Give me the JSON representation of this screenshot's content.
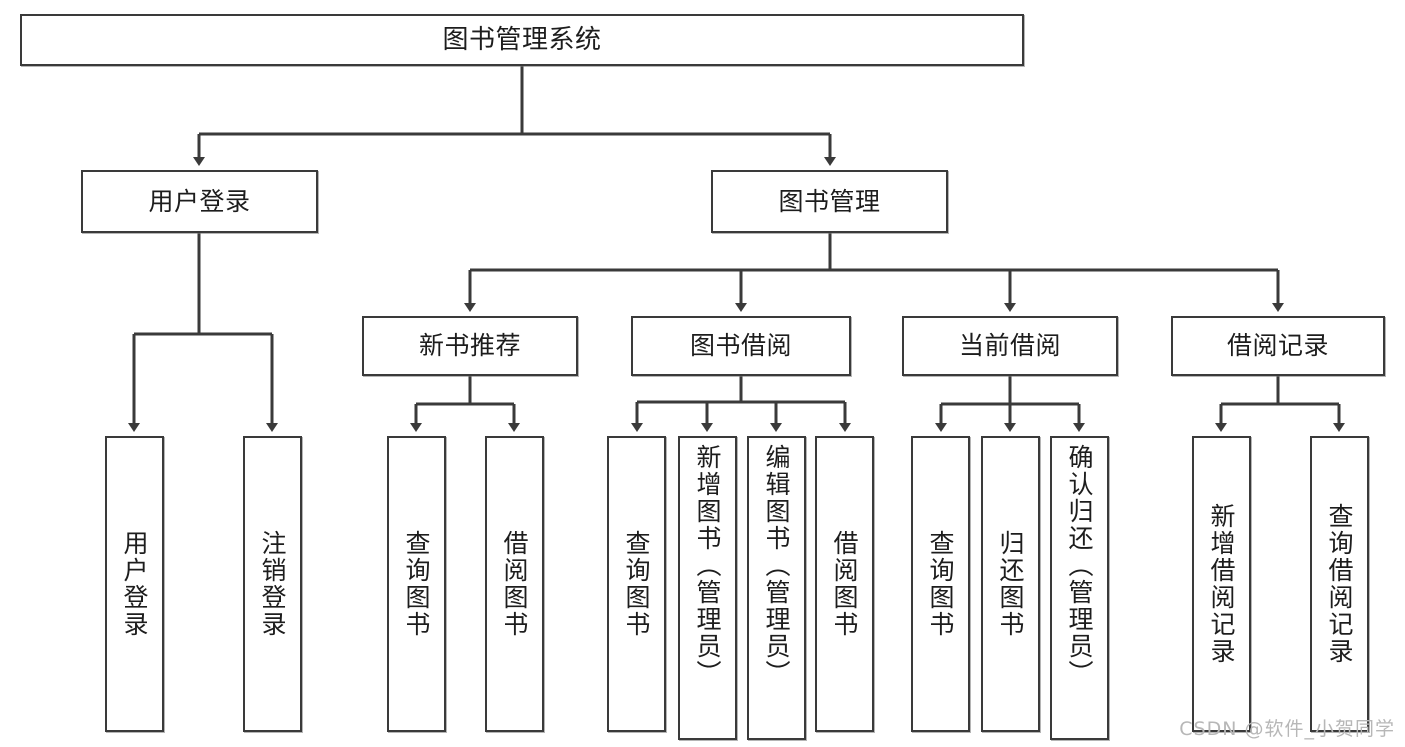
{
  "diagram": {
    "title": "图书管理系统",
    "watermark": "CSDN @软件_小贺同学",
    "stroke_color": "#3a3a3a",
    "background_color": "#ffffff",
    "text_color": "#1d1d1d",
    "watermark_color": "#b7b7b7",
    "type": "tree",
    "levels": 4,
    "nodes": {
      "root": {
        "label": "图书管理系统",
        "level": 1
      },
      "user_login": {
        "label": "用户登录",
        "level": 2
      },
      "book_manage": {
        "label": "图书管理",
        "level": 2
      },
      "new_book_rec": {
        "label": "新书推荐",
        "level": 3
      },
      "book_borrow": {
        "label": "图书借阅",
        "level": 3
      },
      "current_borrow": {
        "label": "当前借阅",
        "level": 3
      },
      "borrow_record": {
        "label": "借阅记录",
        "level": 3
      },
      "leaf_user_login": {
        "label": "用户登录",
        "level": 4
      },
      "leaf_logout": {
        "label": "注销登录",
        "level": 4
      },
      "leaf_query_book_1": {
        "label": "查询图书",
        "level": 4
      },
      "leaf_borrow_book_1": {
        "label": "借阅图书",
        "level": 4
      },
      "leaf_query_book_2": {
        "label": "查询图书",
        "level": 4
      },
      "leaf_add_book": {
        "label": "新增图书（管理员）",
        "level": 4
      },
      "leaf_edit_book": {
        "label": "编辑图书（管理员）",
        "level": 4
      },
      "leaf_borrow_book_2": {
        "label": "借阅图书",
        "level": 4
      },
      "leaf_query_book_3": {
        "label": "查询图书",
        "level": 4
      },
      "leaf_return_book": {
        "label": "归还图书",
        "level": 4
      },
      "leaf_confirm_return": {
        "label": "确认归还（管理员）",
        "level": 4
      },
      "leaf_add_record": {
        "label": "新增借阅记录",
        "level": 4
      },
      "leaf_query_record": {
        "label": "查询借阅记录",
        "level": 4
      }
    },
    "edges": [
      {
        "from": "root",
        "to": "user_login"
      },
      {
        "from": "root",
        "to": "book_manage"
      },
      {
        "from": "user_login",
        "to": "leaf_user_login"
      },
      {
        "from": "user_login",
        "to": "leaf_logout"
      },
      {
        "from": "book_manage",
        "to": "new_book_rec"
      },
      {
        "from": "book_manage",
        "to": "book_borrow"
      },
      {
        "from": "book_manage",
        "to": "current_borrow"
      },
      {
        "from": "book_manage",
        "to": "borrow_record"
      },
      {
        "from": "new_book_rec",
        "to": "leaf_query_book_1"
      },
      {
        "from": "new_book_rec",
        "to": "leaf_borrow_book_1"
      },
      {
        "from": "book_borrow",
        "to": "leaf_query_book_2"
      },
      {
        "from": "book_borrow",
        "to": "leaf_add_book"
      },
      {
        "from": "book_borrow",
        "to": "leaf_edit_book"
      },
      {
        "from": "book_borrow",
        "to": "leaf_borrow_book_2"
      },
      {
        "from": "current_borrow",
        "to": "leaf_query_book_3"
      },
      {
        "from": "current_borrow",
        "to": "leaf_return_book"
      },
      {
        "from": "current_borrow",
        "to": "leaf_confirm_return"
      },
      {
        "from": "borrow_record",
        "to": "leaf_add_record"
      },
      {
        "from": "borrow_record",
        "to": "leaf_query_record"
      }
    ]
  }
}
